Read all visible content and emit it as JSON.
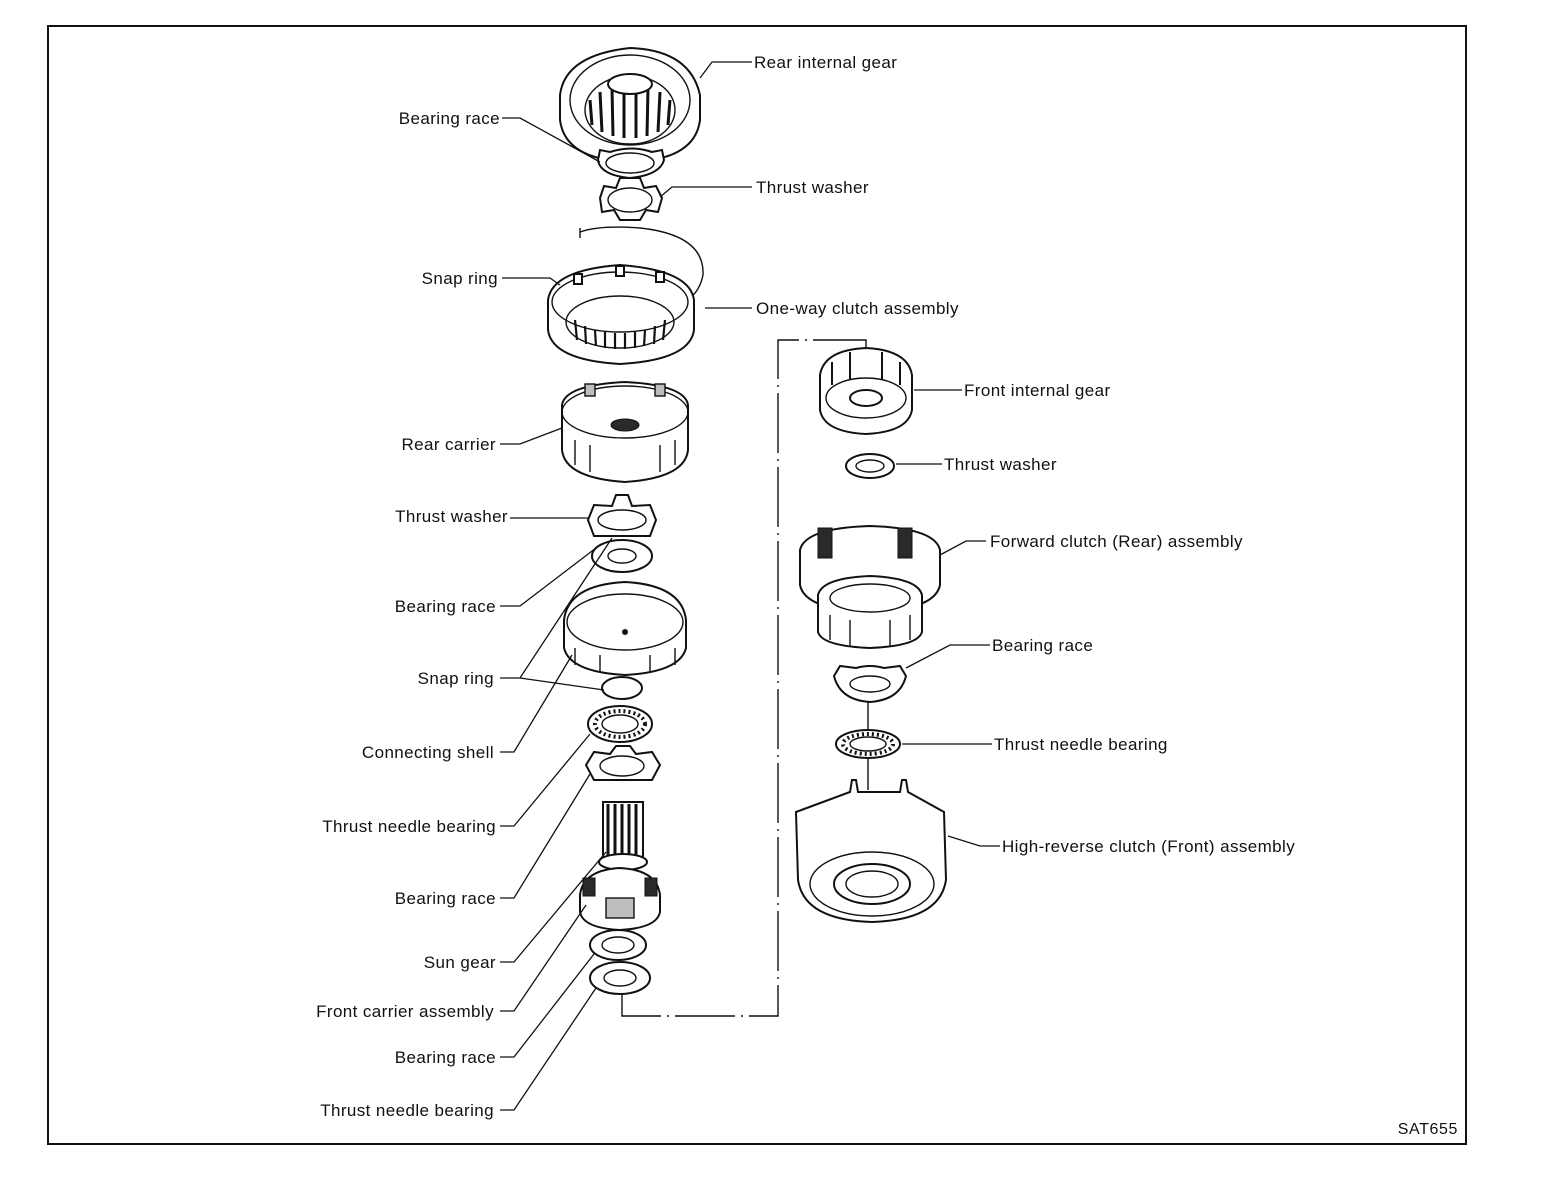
{
  "diagram_code": "SAT655",
  "labels": {
    "rear_internal_gear": "Rear internal gear",
    "bearing_race_1": "Bearing race",
    "thrust_washer_1": "Thrust washer",
    "snap_ring_1": "Snap ring",
    "one_way_clutch": "One-way clutch assembly",
    "rear_carrier": "Rear carrier",
    "thrust_washer_2": "Thrust washer",
    "bearing_race_2": "Bearing race",
    "snap_ring_2": "Snap ring",
    "connecting_shell": "Connecting shell",
    "thrust_needle_bearing_1": "Thrust needle bearing",
    "bearing_race_3": "Bearing race",
    "sun_gear": "Sun gear",
    "front_carrier": "Front carrier assembly",
    "bearing_race_4": "Bearing race",
    "thrust_needle_bearing_2": "Thrust needle bearing",
    "front_internal_gear": "Front internal gear",
    "thrust_washer_3": "Thrust washer",
    "forward_clutch": "Forward clutch (Rear) assembly",
    "bearing_race_5": "Bearing race",
    "thrust_needle_bearing_3": "Thrust needle bearing",
    "high_reverse_clutch": "High-reverse clutch (Front) assembly"
  }
}
